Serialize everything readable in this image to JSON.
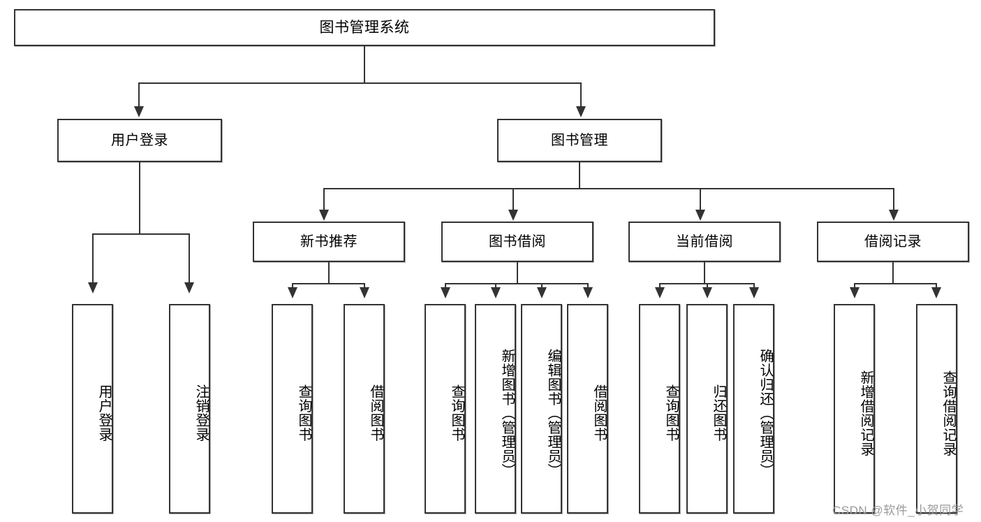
{
  "diagram": {
    "title": "图书管理系统",
    "type": "tree",
    "root": {
      "label": "图书管理系统"
    },
    "level1": [
      {
        "label": "用户登录"
      },
      {
        "label": "图书管理"
      }
    ],
    "level2": [
      {
        "label": "新书推荐",
        "parent": "图书管理"
      },
      {
        "label": "图书借阅",
        "parent": "图书管理"
      },
      {
        "label": "当前借阅",
        "parent": "图书管理"
      },
      {
        "label": "借阅记录",
        "parent": "图书管理"
      }
    ],
    "leaves": {
      "user_login": [
        {
          "label": "用户登录"
        },
        {
          "label": "注销登录"
        }
      ],
      "new_book": [
        {
          "label": "查询图书"
        },
        {
          "label": "借阅图书"
        }
      ],
      "borrow_book": [
        {
          "label": "查询图书"
        },
        {
          "label": "新增图书（管理员）"
        },
        {
          "label": "编辑图书（管理员）"
        },
        {
          "label": "借阅图书"
        }
      ],
      "current_borrow": [
        {
          "label": "查询图书"
        },
        {
          "label": "归还图书"
        },
        {
          "label": "确认归还（管理员）"
        }
      ],
      "borrow_record": [
        {
          "label": "新增借阅记录"
        },
        {
          "label": "查询借阅记录"
        }
      ]
    }
  },
  "watermark": {
    "text": "CSDN @软件_小贺同学"
  },
  "colors": {
    "border": "#333333",
    "background": "#ffffff",
    "text": "#000000",
    "watermark": "#9a9a9a"
  }
}
